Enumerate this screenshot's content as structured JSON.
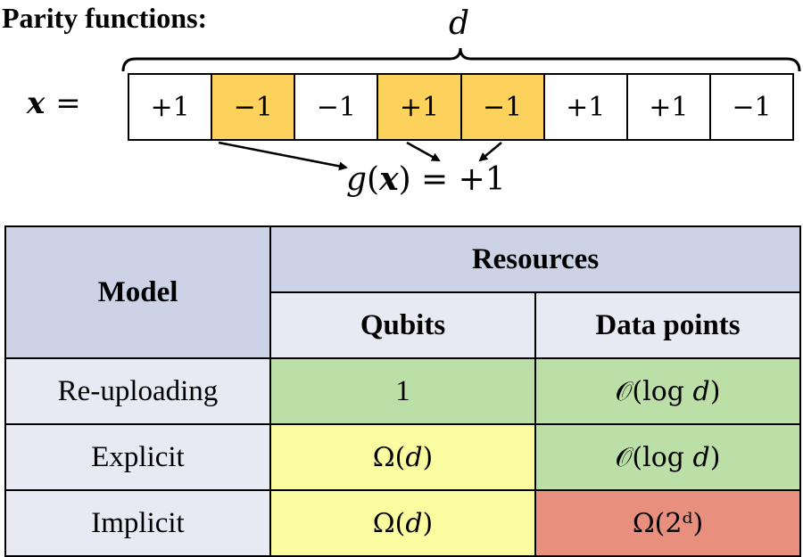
{
  "title": "Parity functions:",
  "bits_label": "d",
  "x_label": "x",
  "x_equals": "=",
  "bits": [
    {
      "value": "+1",
      "highlight": false
    },
    {
      "value": "−1",
      "highlight": true
    },
    {
      "value": "−1",
      "highlight": false
    },
    {
      "value": "+1",
      "highlight": true
    },
    {
      "value": "−1",
      "highlight": true
    },
    {
      "value": "+1",
      "highlight": false
    },
    {
      "value": "+1",
      "highlight": false
    },
    {
      "value": "−1",
      "highlight": false
    }
  ],
  "parity_output": {
    "g": "g",
    "open": "(",
    "x": "x",
    "close": ")",
    "rest": " = +1"
  },
  "table": {
    "model_header": "Model",
    "resources_header": "Resources",
    "sub_headers": [
      "Qubits",
      "Data points"
    ],
    "rows": [
      {
        "model": "Re-uploading",
        "qubits": "1",
        "data_points": "𝒪(log 𝑑)",
        "qubits_color": "#bcdfa8",
        "data_color": "#bcdfa8"
      },
      {
        "model": "Explicit",
        "qubits": "Ω(𝑑)",
        "data_points": "𝒪(log 𝑑)",
        "qubits_color": "#fbfba0",
        "data_color": "#bcdfa8"
      },
      {
        "model": "Implicit",
        "qubits": "Ω(𝑑)",
        "data_points": "Ω(2ᵈ)",
        "qubits_color": "#fbfba0",
        "data_color": "#e88f7e"
      }
    ]
  },
  "colors": {
    "highlight": "#fcd15c",
    "cell": "#ffffff"
  }
}
